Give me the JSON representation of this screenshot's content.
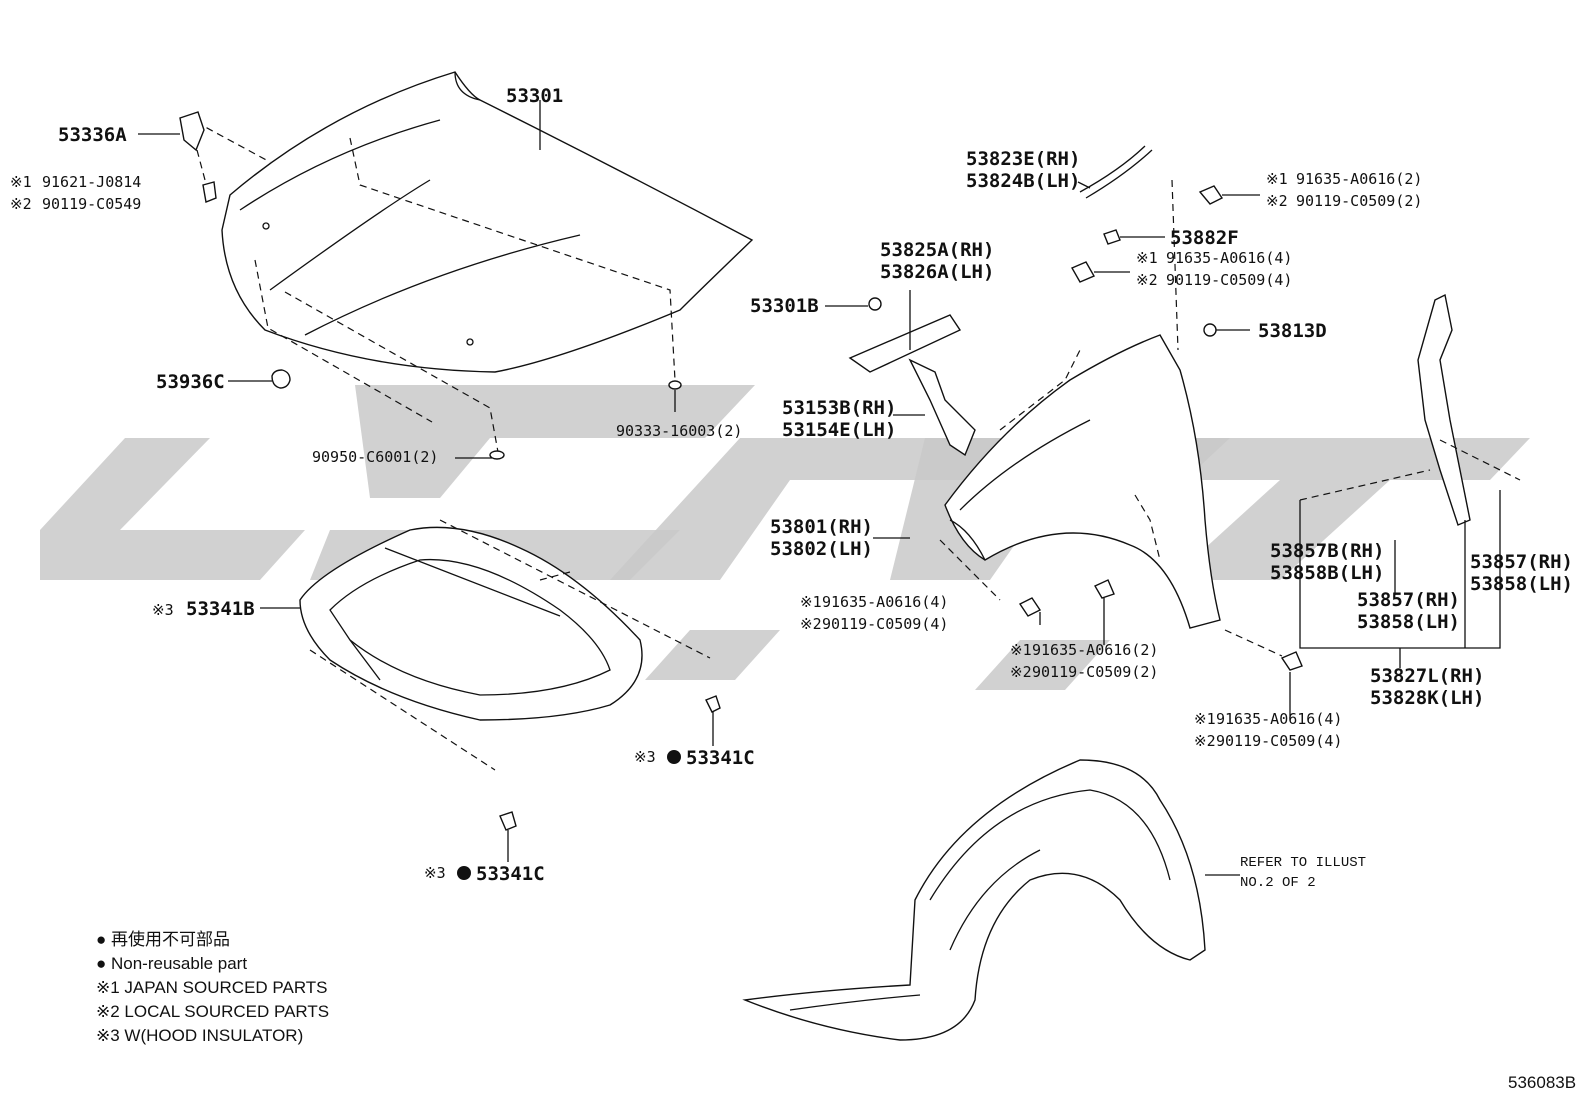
{
  "diagram_code": "536083B",
  "labels": {
    "hood": "53301",
    "hinge": "53336A",
    "hinge_bolt_j": "91621-J0814",
    "hinge_bolt_l": "90119-C0549",
    "cushion": "53936C",
    "hood_plug": "90950-C6001(2)",
    "hood_plug2": "90333-16003(2)",
    "seal_rh": "53823E(RH)",
    "seal_lh": "53824B(LH)",
    "bracket": "53882F",
    "bolt_top_j": "91635-A0616(2)",
    "bolt_top_l": "90119-C0509(2)",
    "bolt_mid_j": "91635-A0616(4)",
    "bolt_mid_l": "90119-C0509(4)",
    "grommet": "53813D",
    "hood_clip": "53301B",
    "seal2_rh": "53825A(RH)",
    "seal2_lh": "53826A(LH)",
    "baffle_rh": "53153B(RH)",
    "baffle_lh": "53154E(LH)",
    "fender_rh": "53801(RH)",
    "fender_lh": "53802(LH)",
    "insulator": "53341B",
    "insulator_clip": "53341C",
    "insulator_clip2": "53341C",
    "liner_b_rh": "53857B(RH)",
    "liner_b_lh": "53858B(LH)",
    "liner_rh": "53857(RH)",
    "liner_lh": "53858(LH)",
    "liner2_rh": "53857(RH)",
    "liner2_lh": "53858(LH)",
    "shield_rh": "53827L(RH)",
    "shield_lh": "53828K(LH)",
    "bolt_fl_j": "91635-A0616(4)",
    "bolt_fl_l": "90119-C0509(4)",
    "bolt_fc_j": "91635-A0616(2)",
    "bolt_fc_l": "90119-C0509(2)",
    "bolt_fr_j": "91635-A0616(4)",
    "bolt_fr_l": "90119-C0509(4)"
  },
  "marks": {
    "m1": "※1",
    "m2": "※2",
    "m3": "※3"
  },
  "refer_note": {
    "line1": "REFER TO ILLUST",
    "line2": "NO.2 OF 2"
  },
  "legend": {
    "line1": "● 再使用不可部品",
    "line2": "● Non-reusable part",
    "line3": "※1 JAPAN SOURCED PARTS",
    "line4": "※2 LOCAL SOURCED PARTS",
    "line5": "※3 W(HOOD INSULATOR)"
  }
}
